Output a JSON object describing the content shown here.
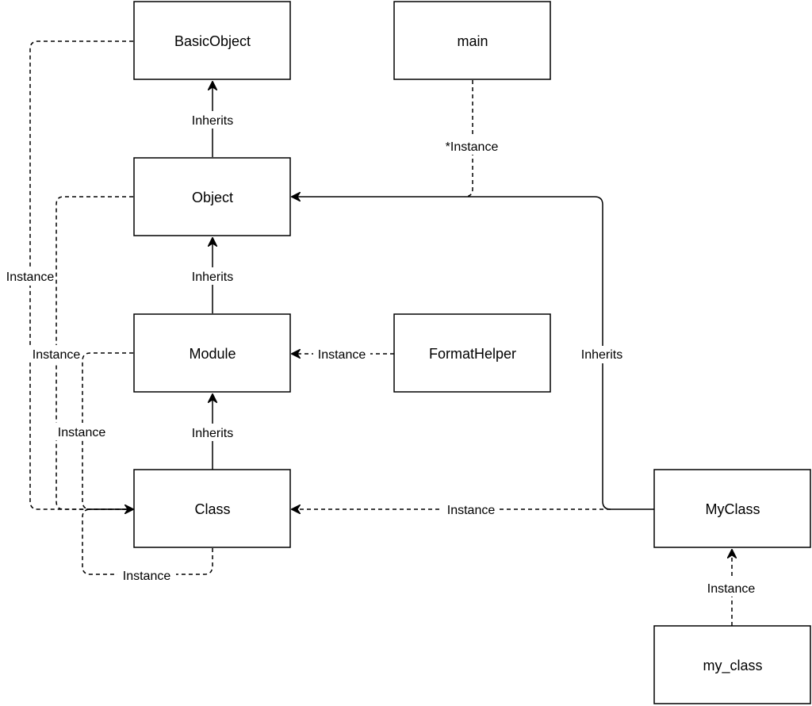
{
  "diagram": {
    "nodes": {
      "basicobject": "BasicObject",
      "main": "main",
      "object": "Object",
      "module": "Module",
      "formathelper": "FormatHelper",
      "class": "Class",
      "myclass": "MyClass",
      "my_class": "my_class"
    },
    "edges": {
      "object_inherits_basicobject": "Inherits",
      "main_instance_object": "*Instance",
      "basicobject_instance_class": "Instance",
      "object_instance_class": "Instance",
      "module_inherits_object": "Inherits",
      "module_instance_class": "Instance",
      "formathelper_instance_module": "Instance",
      "myclass_inherits_object": "Inherits",
      "class_inherits_module": "Inherits",
      "myclass_instance_class": "Instance",
      "class_instance_class": "Instance",
      "my_class_instance_myclass": "Instance"
    }
  }
}
